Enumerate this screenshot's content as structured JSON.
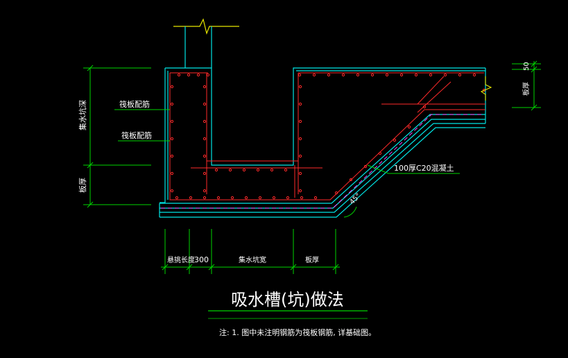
{
  "drawing": {
    "title": "吸水槽(坑)做法",
    "note": "注: 1. 图中未注明钢筋为筏板钢筋, 详基础图。",
    "callouts": {
      "raft_rebar_1": "筏板配筋",
      "raft_rebar_2": "筏板配筋",
      "concrete_cushion": "100厚C20混凝土",
      "slope_angle": "45°"
    },
    "dims_left": {
      "pit_depth": "集水坑深",
      "slab_thickness": "板厚"
    },
    "dims_right": {
      "cushion": "50",
      "slab_thickness": "板厚"
    },
    "dims_bottom": {
      "overhang": "悬挑长度",
      "gap": "300",
      "pit_width": "集水坑宽",
      "slab_thickness": "板厚"
    }
  },
  "colors": {
    "background": "#000000",
    "concrete": "#00e5e5",
    "rebar": "#ff2a2a",
    "dimension": "#00d400",
    "break_line": "#e8e800",
    "cushion_mark": "#ff40ff",
    "text": "#ffffff"
  }
}
